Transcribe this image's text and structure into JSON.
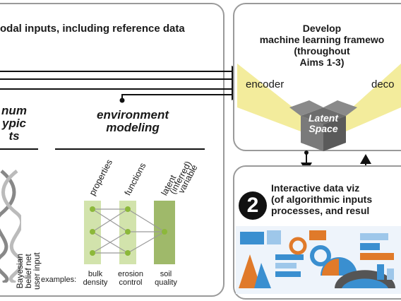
{
  "left_panel": {
    "header": "odal inputs, including reference data",
    "genotype_heading_lines": [
      "num",
      "ypic",
      "ts"
    ],
    "env_heading_lines": [
      "environment",
      "modeling"
    ],
    "column_labels": [
      "properties",
      "functions",
      "latent",
      "(inferred)",
      "variable"
    ],
    "side_label_lines": [
      "Bayesian",
      "belief net",
      "user input"
    ],
    "examples_label": "examples:",
    "examples": [
      {
        "lines": [
          "bulk",
          "density"
        ]
      },
      {
        "lines": [
          "erosion",
          "control"
        ]
      },
      {
        "lines": [
          "soil",
          "quality"
        ]
      }
    ]
  },
  "ml_panel": {
    "title_lines": [
      "Develop",
      "machine learning framewo",
      "(throughout",
      "Aims 1-3)"
    ],
    "encoder": "encoder",
    "decoder": "deco",
    "latent_lines": [
      "Latent",
      "Space"
    ]
  },
  "viz_panel": {
    "number": "2",
    "title_lines": [
      "Interactive data viz",
      "(of algorithmic inputs",
      "processes, and resul"
    ]
  },
  "colors": {
    "panel_border": "#9a9a9a",
    "cone_yellow": "#f3ec9c",
    "node_green": "#8cb83a",
    "box_light_green": "#d2e3ac",
    "box_dark_green": "#9fb96a",
    "viz_blue": "#3a8fd0",
    "viz_orange": "#e07a2a",
    "cube_gray": "#6d6d6d"
  }
}
